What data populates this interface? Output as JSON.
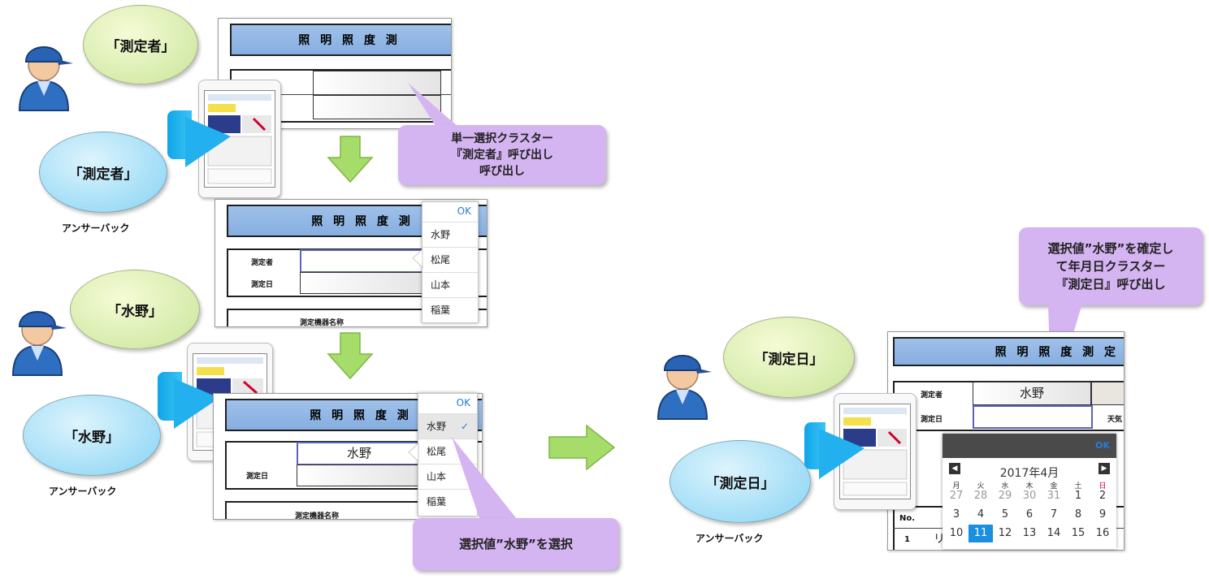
{
  "left": {
    "bubble_speaker1": "「測定者」",
    "bubble_tablet1": "「測定者」",
    "answerback1": "アンサーバック",
    "bubble_speaker2": "「水野」",
    "bubble_tablet2": "「水野」",
    "answerback2": "アンサーバック",
    "callout1": [
      "単一選択クラスター",
      "『測定者』呼び出し",
      "呼び出し"
    ],
    "callout2": "選択値”水野”を選択"
  },
  "form": {
    "title": "照 明 照 度 測",
    "title_b": "照 明 照 度 測",
    "label_measurer": "測定者",
    "label_date": "測定日",
    "label_device": "測定機器名称",
    "value_measurer": "水野"
  },
  "picker": {
    "ok": "OK",
    "options": [
      "水野",
      "松尾",
      "山本",
      "稲葉"
    ],
    "check": "✓"
  },
  "right": {
    "callout": [
      "選択値”水野”を確定し",
      "て年月日クラスター",
      "『測定日』呼び出し"
    ],
    "bubble_speaker": "「測定日」",
    "bubble_tablet": "「測定日」",
    "answerback": "アンサーバック",
    "form_title": "照 明 照 度 測 定",
    "label_measurer": "測定者",
    "label_date": "測定日",
    "value_measurer": "水野",
    "weather_label": "天気",
    "no_label": "No.",
    "row1": "1",
    "row1_text": "リ"
  },
  "calendar": {
    "ok": "OK",
    "month": "2017年4月",
    "weekdays": [
      "月",
      "火",
      "水",
      "木",
      "金",
      "土",
      "日"
    ],
    "rows": [
      [
        "27",
        "28",
        "29",
        "30",
        "31",
        "1",
        "2"
      ],
      [
        "3",
        "4",
        "5",
        "6",
        "7",
        "8",
        "9"
      ],
      [
        "10",
        "11",
        "12",
        "13",
        "14",
        "15",
        "16"
      ]
    ],
    "selected": "11"
  },
  "colors": {
    "green_bubble": "#c9e59a",
    "blue_bubble": "#86d3f3",
    "callout": "#d5b4f2",
    "form_title": "#9fc1ea",
    "arrow_green": "#a6dc6a",
    "speaker": "#0fa5e8",
    "calendar_selected": "#1a8fe0"
  }
}
